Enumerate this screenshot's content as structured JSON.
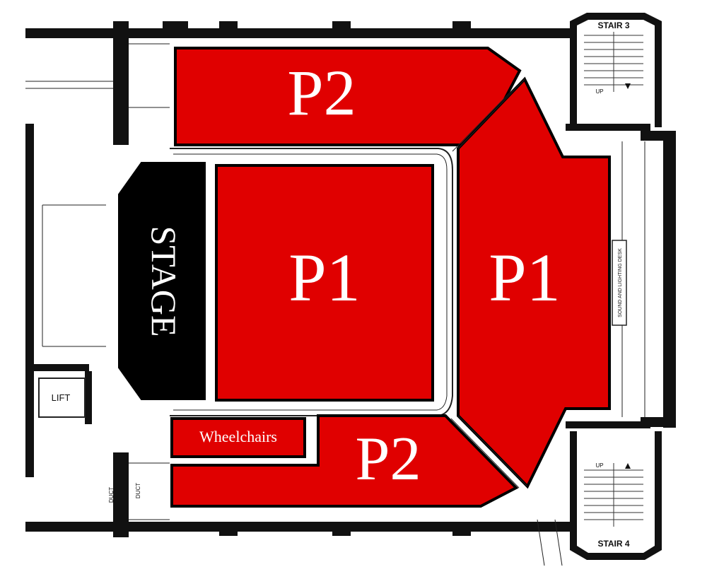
{
  "colors": {
    "seat_section": "#e00000",
    "stage": "#000000",
    "wall": "#111111",
    "label": "#ffffff"
  },
  "sections": {
    "p2_top": "P2",
    "p2_bottom": "P2",
    "p1_center": "P1",
    "p1_right": "P1",
    "wheelchairs": "Wheelchairs"
  },
  "stage": {
    "label": "STAGE"
  },
  "rooms": {
    "stair3": "STAIR 3",
    "stair4": "STAIR 4",
    "stair3_up": "UP",
    "stair4_up": "UP",
    "lift": "LIFT",
    "duct_left": "DUCT",
    "duct_right": "DUCT",
    "sound_desk": "SOUND AND LIGHTING DESK"
  }
}
